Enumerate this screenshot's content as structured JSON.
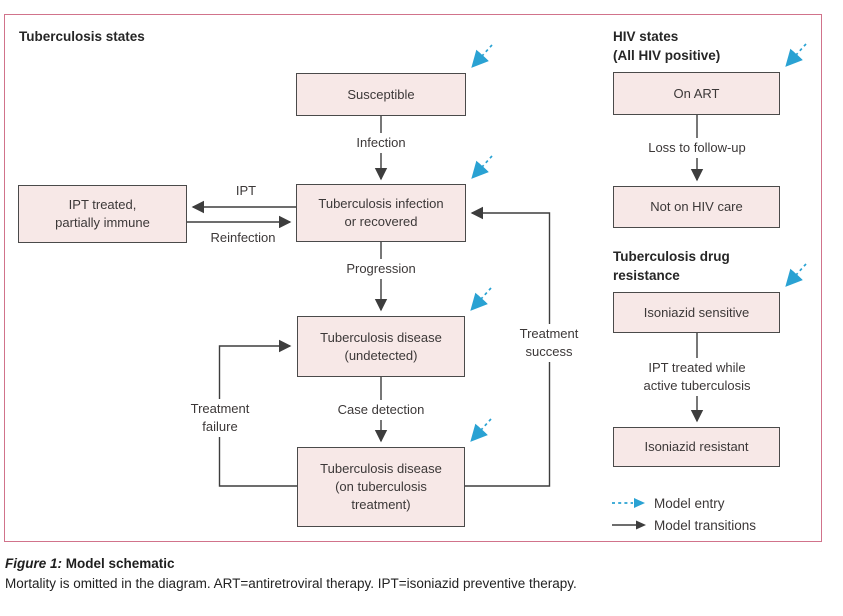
{
  "theme": {
    "frame_border": "#d1738b",
    "box_fill": "#f7e8e7",
    "box_border": "#4a4a4a",
    "line_color": "#3d3d3d",
    "entry_blue": "#2aa2d3",
    "text_color": "#3c3838"
  },
  "sections": {
    "tb_states_title": "Tuberculosis states",
    "hiv_states_title": "HIV states\n(All HIV positive)",
    "drug_resistance_title": "Tuberculosis drug\nresistance"
  },
  "nodes": {
    "susceptible": "Susceptible",
    "ipt_treated": "IPT treated,\npartially immune",
    "tb_infection": "Tuberculosis infection\nor recovered",
    "tb_undetected": "Tuberculosis disease\n(undetected)",
    "tb_on_treatment": "Tuberculosis disease\n(on tuberculosis\ntreatment)",
    "on_art": "On ART",
    "not_on_hiv_care": "Not on HIV care",
    "isoniazid_sensitive": "Isoniazid sensitive",
    "isoniazid_resistant": "Isoniazid resistant"
  },
  "edges": {
    "infection": "Infection",
    "ipt": "IPT",
    "reinfection": "Reinfection",
    "progression": "Progression",
    "case_detection": "Case detection",
    "treatment_failure": "Treatment\nfailure",
    "treatment_success": "Treatment\nsuccess",
    "loss_to_follow_up": "Loss to follow-up",
    "ipt_treated_while_active": "IPT treated while\nactive tuberculosis"
  },
  "legend": {
    "model_entry": "Model entry",
    "model_transitions": "Model transitions"
  },
  "caption": {
    "figure_label": "Figure 1:",
    "figure_title": "Model schematic",
    "note": "Mortality is omitted in the diagram. ART=antiretroviral therapy. IPT=isoniazid preventive therapy."
  }
}
